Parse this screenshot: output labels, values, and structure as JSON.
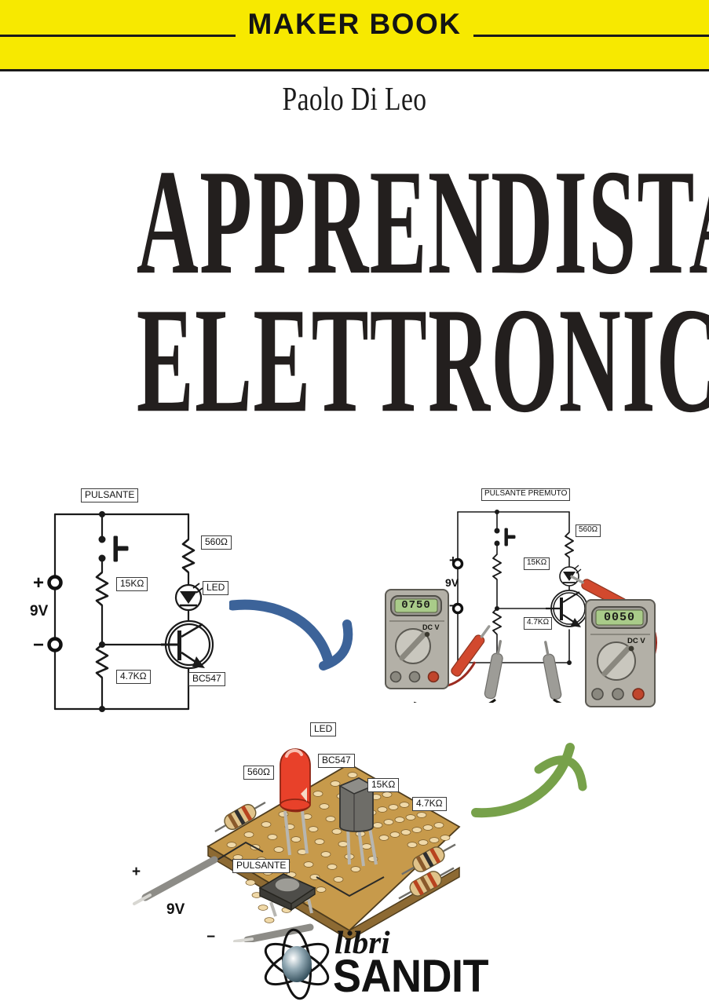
{
  "banner": {
    "title": "MAKER BOOK"
  },
  "author": "Paolo Di Leo",
  "title": {
    "line1": "APPRENDISTA",
    "line2": "ELETTRONICO"
  },
  "colors": {
    "banner_yellow": "#F7E900",
    "ink": "#231f1e",
    "arrow_blue": "#3C6399",
    "arrow_green": "#77A14A",
    "board_tan": "#C79A4B",
    "led_red": "#E8412A",
    "meter_body": "#B0ADA4",
    "lcd_green": "#A8C98A"
  },
  "schematic_left": {
    "name": "circuito-pulsante-non-premuto",
    "labels": {
      "switch": "PULSANTE",
      "r_collector": "560Ω",
      "r_base": "15KΩ",
      "led": "LED",
      "r_emitter": "4.7KΩ",
      "transistor": "BC547"
    },
    "supply": {
      "positive": "+",
      "negative": "−",
      "voltage": "9V"
    }
  },
  "schematic_right": {
    "name": "circuito-pulsante-premuto",
    "labels": {
      "switch": "PULSANTE PREMUTO",
      "r_collector": "560Ω",
      "r_base": "15KΩ",
      "r_emitter": "4.7KΩ"
    },
    "supply": {
      "positive": "+",
      "negative": "−",
      "voltage": "9V"
    },
    "meters": [
      {
        "name": "multimetro-sinistro",
        "reading": "0750",
        "mode": "DC V"
      },
      {
        "name": "multimetro-destro",
        "reading": "0050",
        "mode": "DC V"
      }
    ]
  },
  "perfboard": {
    "name": "montaggio-su-millefori",
    "labels": {
      "led": "LED",
      "transistor": "BC547",
      "r_collector": "560Ω",
      "r_base": "15KΩ",
      "r_emitter": "4.7KΩ",
      "switch": "PULSANTE"
    },
    "supply": {
      "positive": "+",
      "negative": "−",
      "voltage": "9V"
    }
  },
  "publisher": {
    "line1": "libri",
    "line2": "SANDIT",
    "mark": "atom-icon"
  }
}
